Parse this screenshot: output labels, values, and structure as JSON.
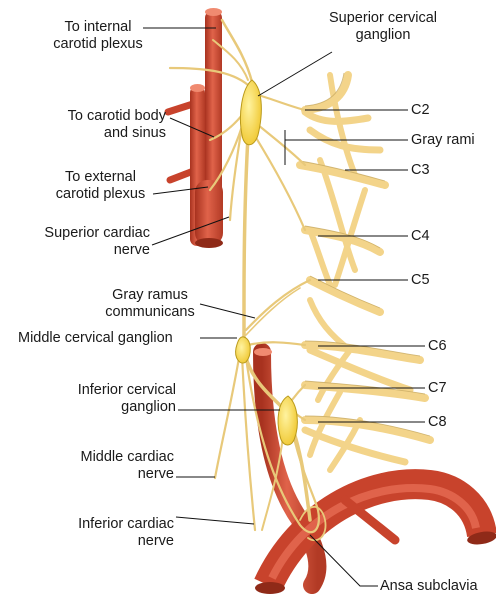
{
  "diagram": {
    "labels": {
      "internal_carotid": [
        "To internal",
        "carotid plexus"
      ],
      "carotid_body": [
        "To carotid body",
        "and sinus"
      ],
      "external_carotid": [
        "To external",
        "carotid plexus"
      ],
      "superior_cardiac": [
        "Superior cardiac",
        "nerve"
      ],
      "gray_ramus_communicans": [
        "Gray ramus",
        "communicans"
      ],
      "middle_cervical_ganglion": "Middle cervical ganglion",
      "inferior_cervical_ganglion": [
        "Inferior cervical",
        "ganglion"
      ],
      "middle_cardiac": [
        "Middle cardiac",
        "nerve"
      ],
      "inferior_cardiac": [
        "Inferior cardiac",
        "nerve"
      ],
      "superior_cervical_ganglion": [
        "Superior cervical",
        "ganglion"
      ],
      "gray_rami": "Gray rami",
      "ansa_subclavia": "Ansa subclavia",
      "c2": "C2",
      "c3": "C3",
      "c4": "C4",
      "c5": "C5",
      "c6": "C6",
      "c7": "C7",
      "c8": "C8"
    },
    "colors": {
      "artery": "#d9533d",
      "artery_dark": "#a8321f",
      "artery_light": "#f08a70",
      "nerve": "#f3d48a",
      "nerve_edge": "#b89a55",
      "ganglion": "#f7d640",
      "ganglion_edge": "#b99a1c",
      "leader": "#111111"
    }
  }
}
